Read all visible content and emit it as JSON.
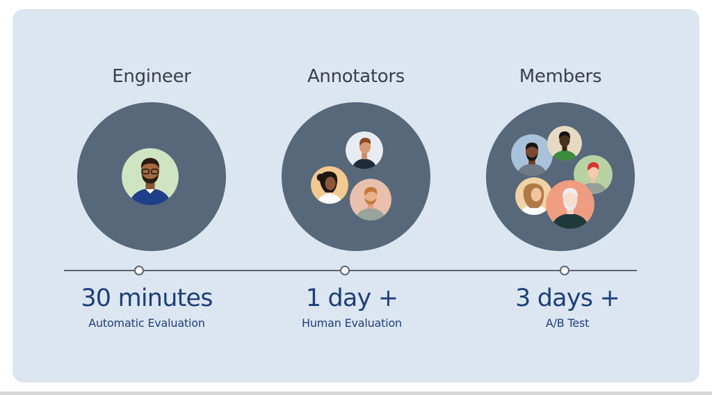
{
  "stages": [
    {
      "title": "Engineer",
      "duration": "30 minutes",
      "method": "Automatic Evaluation",
      "avatars": [
        "engineer-avatar"
      ]
    },
    {
      "title": "Annotators",
      "duration": "1 day +",
      "method": "Human Evaluation",
      "avatars": [
        "annotator-avatar-1",
        "annotator-avatar-2",
        "annotator-avatar-3"
      ]
    },
    {
      "title": "Members",
      "duration": "3 days +",
      "method": "A/B Test",
      "avatars": [
        "member-avatar-1",
        "member-avatar-2",
        "member-avatar-3",
        "member-avatar-4",
        "member-avatar-5"
      ]
    }
  ],
  "colors": {
    "card_background": "#dce6f1",
    "circle": "#56687a",
    "title_text": "#3a3f48",
    "accent_text": "#1d3f7a",
    "timeline": "#5c6270"
  }
}
